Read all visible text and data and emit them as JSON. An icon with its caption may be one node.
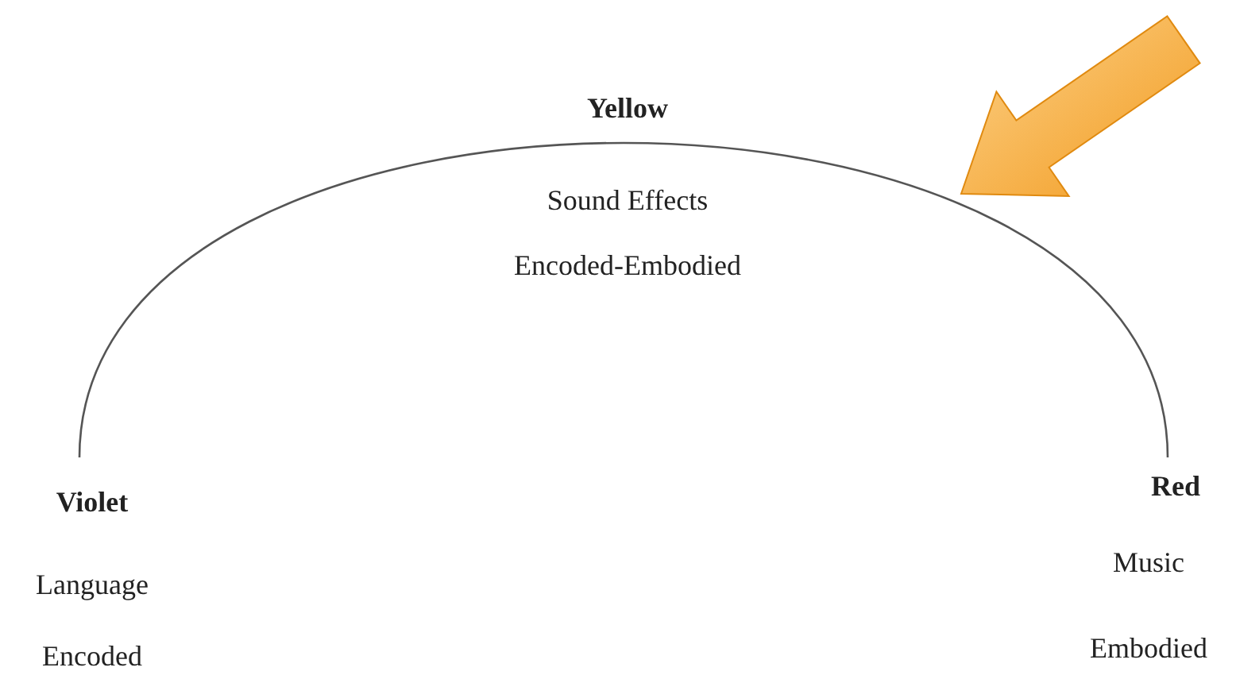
{
  "diagram": {
    "nodes": [
      {
        "text": [
          "Violet",
          "Language",
          "Encoded"
        ]
      },
      {
        "text": [
          "Yellow",
          "Sound Effects",
          "Encoded-Embodied"
        ]
      },
      {
        "text": [
          "Red",
          "Music",
          "Embodied"
        ]
      }
    ],
    "edges": [
      {
        "from": 0,
        "to": 2,
        "arrow": "none"
      }
    ]
  }
}
